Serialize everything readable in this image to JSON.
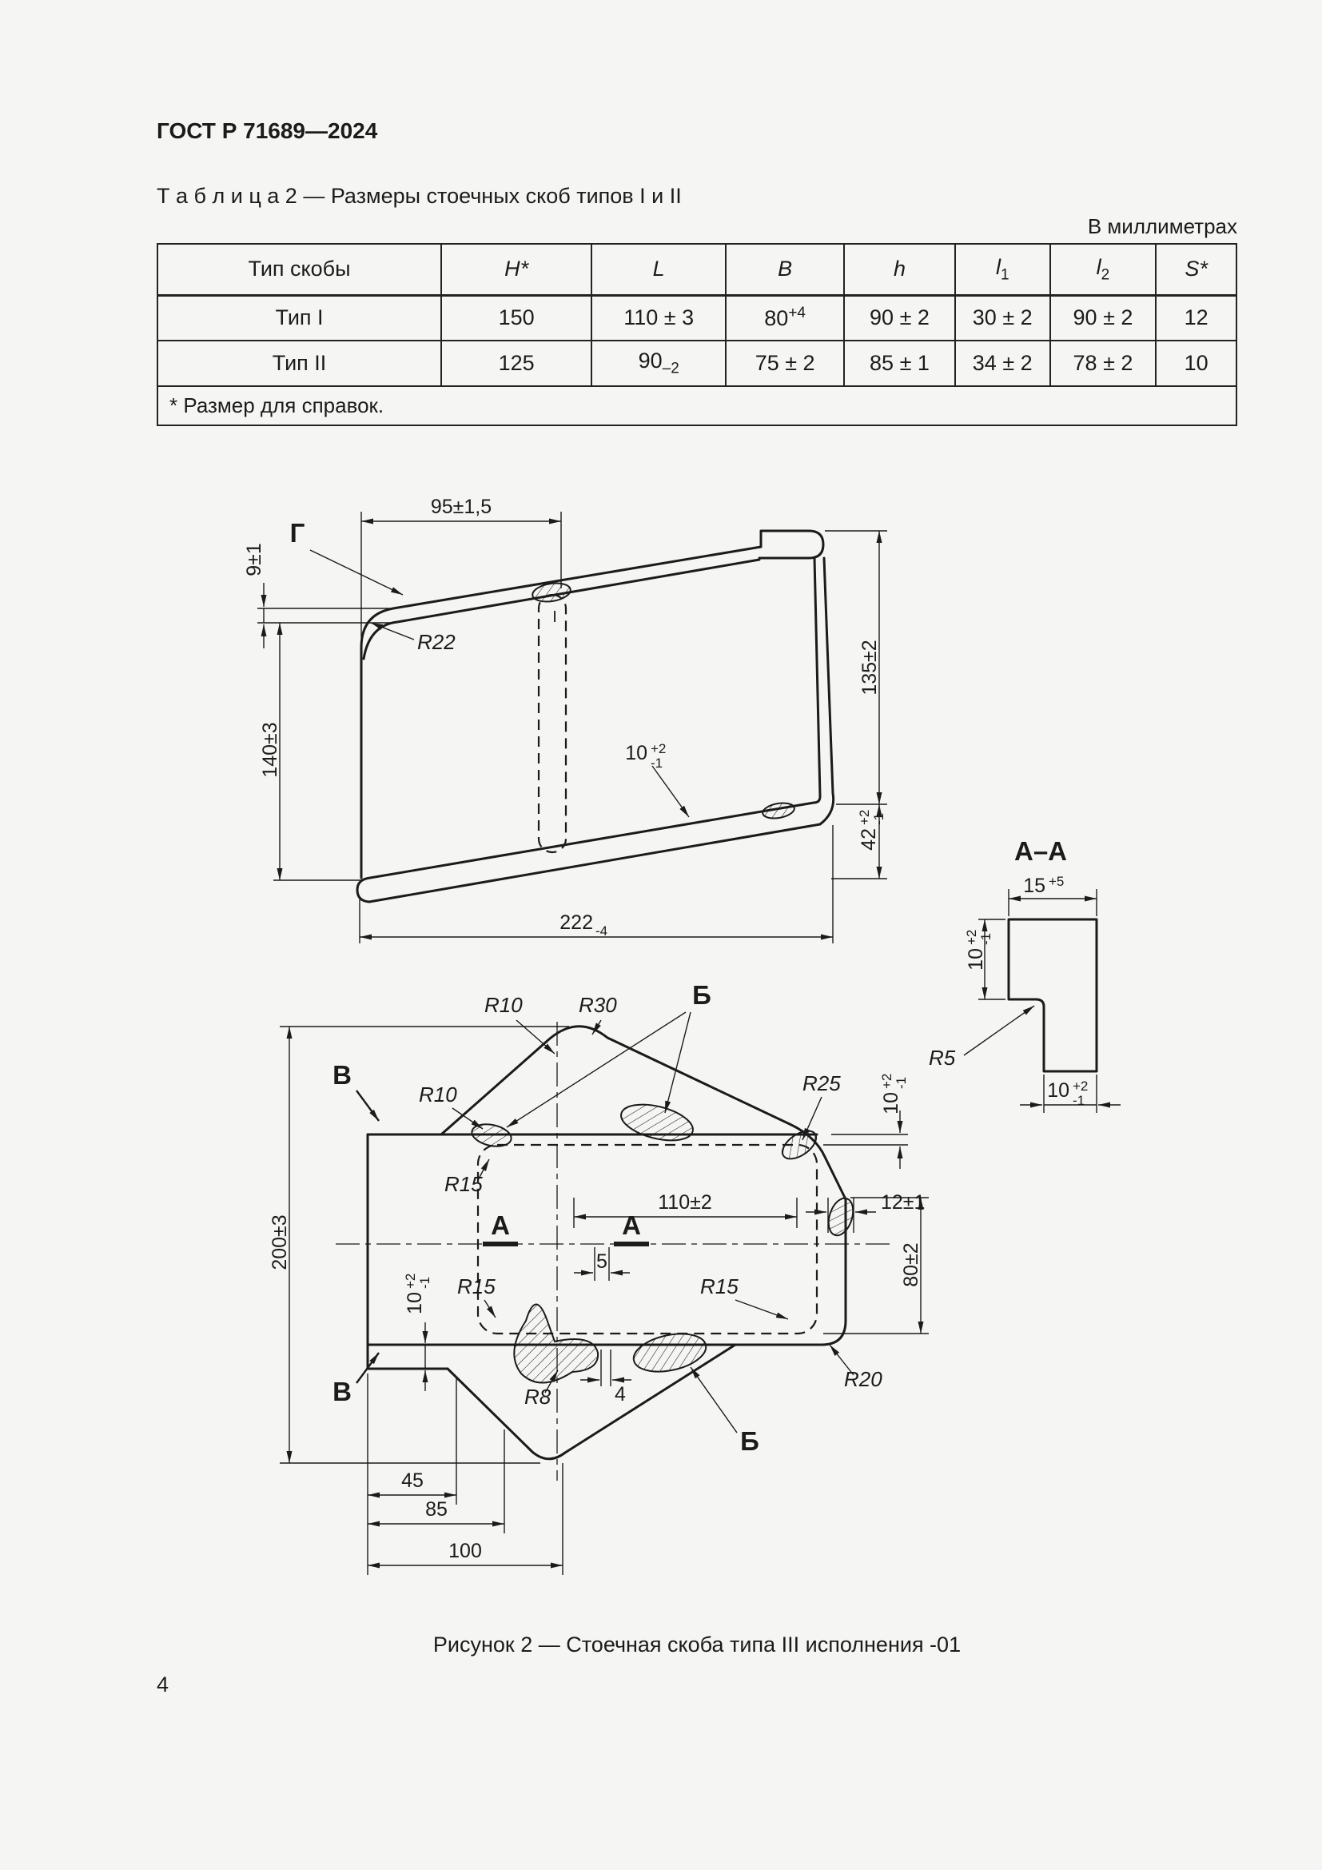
{
  "colors": {
    "ink": "#1b1b1b",
    "paper": "#f5f5f3"
  },
  "page": {
    "header": "ГОСТ Р 71689—2024",
    "units_note": "В миллиметрах",
    "figure_caption": "Рисунок 2 — Стоечная скоба типа III исполнения -01",
    "page_number": "4"
  },
  "table": {
    "caption": "Т а б л и ц а  2 — Размеры стоечных скоб типов I и II",
    "headers": {
      "type": "Тип скобы",
      "H": "H*",
      "L": "L",
      "B": "B",
      "h": "h",
      "l1": "l",
      "l1_sub": "1",
      "l2": "l",
      "l2_sub": "2",
      "S": "S*"
    },
    "rows": [
      {
        "type": "Тип I",
        "H": "150",
        "L": "110 ± 3",
        "B": "80",
        "B_sup": "+4",
        "h": "90 ± 2",
        "l1": "30 ± 2",
        "l2": "90 ± 2",
        "S": "12"
      },
      {
        "type": "Тип II",
        "H": "125",
        "L": "90",
        "L_sub": "–2",
        "B": "75 ± 2",
        "h": "85 ± 1",
        "l1": "34 ± 2",
        "l2": "78 ± 2",
        "S": "10"
      }
    ],
    "footnote": "*  Размер для справок."
  },
  "d1": {
    "dim95": "95±1,5",
    "dim9": "9±1",
    "view_g": "Г",
    "r22": "R22",
    "dim140": "140±3",
    "dim135": "135±2",
    "mark_i": "I",
    "web10": {
      "v": "10",
      "t": "+2",
      "b": "-1"
    },
    "dim42": {
      "v": "42",
      "t": "+2",
      "b": "-1"
    },
    "dim222": "222",
    "dim222_sub": "-4"
  },
  "aa": {
    "title": "А–А",
    "dim15": {
      "v": "15",
      "t": "+5"
    },
    "tol10": {
      "v": "10",
      "t": "+2",
      "b": "-1"
    },
    "r5": "R5"
  },
  "d2": {
    "r10_top": "R10",
    "r30": "R30",
    "b_top": "Б",
    "b_bottom": "Б",
    "r10_left": "R10",
    "r25": "R25",
    "view_v_top": "В",
    "view_v_bottom": "В",
    "r15_ul": "R15",
    "r15_ll": "R15",
    "r15_lr": "R15",
    "dim110": "110±2",
    "dim12": "12±1",
    "dim200": "200±3",
    "a_left": "А",
    "a_right": "А",
    "dim5": "5",
    "dim80": "80±2",
    "r8": "R8",
    "dim4": "4",
    "r20": "R20",
    "tol10": {
      "v": "10",
      "t": "+2",
      "b": "-1"
    },
    "dim45": "45",
    "dim85": "85",
    "dim100": "100"
  }
}
